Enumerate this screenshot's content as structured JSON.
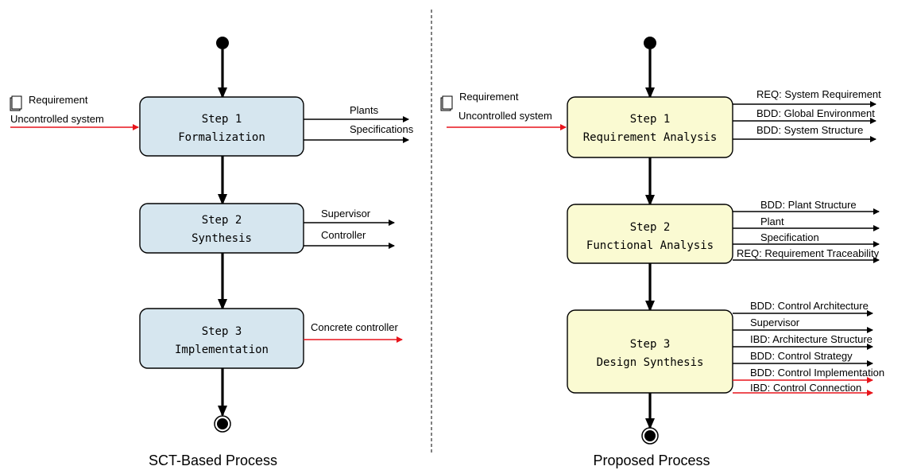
{
  "left": {
    "caption": "SCT-Based Process",
    "inputs": {
      "line1": "Requirement",
      "line2": "Uncontrolled system"
    },
    "step1": {
      "title": "Step 1",
      "name": "Formalization",
      "outputs": [
        "Plants",
        "Specifications"
      ]
    },
    "step2": {
      "title": "Step 2",
      "name": "Synthesis",
      "outputs": [
        "Supervisor",
        "Controller"
      ]
    },
    "step3": {
      "title": "Step 3",
      "name": "Implementation",
      "outputs": [
        "Concrete controller"
      ]
    }
  },
  "right": {
    "caption": "Proposed Process",
    "inputs": {
      "line1": "Requirement",
      "line2": "Uncontrolled system"
    },
    "step1": {
      "title": "Step 1",
      "name": "Requirement Analysis",
      "outputs": [
        "REQ: System Requirement",
        "BDD: Global Environment",
        "BDD: System Structure"
      ]
    },
    "step2": {
      "title": "Step 2",
      "name": "Functional Analysis",
      "outputs": [
        "BDD: Plant Structure",
        "Plant",
        "Specification",
        "REQ: Requirement Traceability"
      ]
    },
    "step3": {
      "title": "Step 3",
      "name": "Design Synthesis",
      "outputs": [
        "BDD: Control Architecture",
        "Supervisor",
        "IBD: Architecture Structure",
        "BDD: Control Strategy",
        "BDD: Control Implementation",
        "IBD: Control Connection"
      ]
    }
  },
  "colors": {
    "left_box": "#d6e6ef",
    "right_box": "#fafad2",
    "red_arrow": "#e8141b",
    "box_border": "#000000"
  }
}
